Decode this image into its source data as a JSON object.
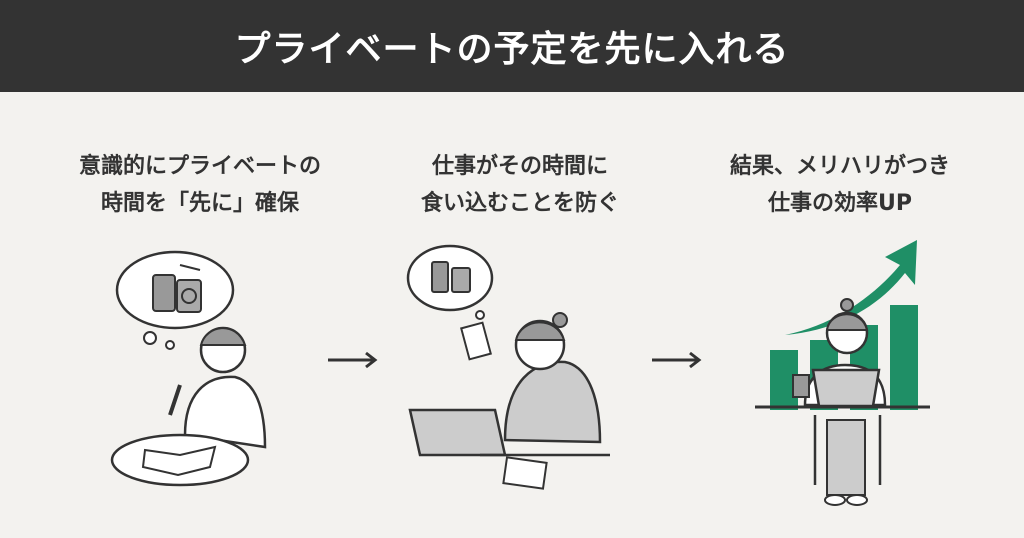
{
  "header": {
    "title": "プライベートの予定を先に入れる"
  },
  "steps": [
    {
      "line1": "意識的にプライベートの",
      "line2": "時間を「先に」確保"
    },
    {
      "line1": "仕事がその時間に",
      "line2": "食い込むことを防ぐ"
    },
    {
      "line1": "結果、メリハリがつき",
      "line2": "仕事の効率UP"
    }
  ],
  "colors": {
    "header_bg": "#333333",
    "background": "#f3f2ef",
    "accent": "#1f8f66"
  }
}
